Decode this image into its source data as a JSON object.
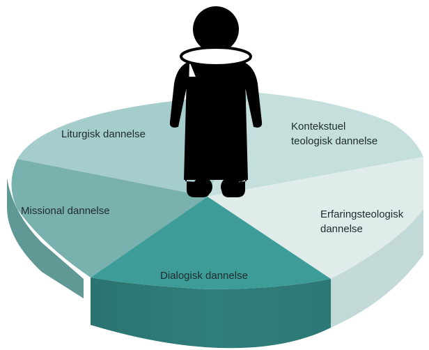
{
  "diagram": {
    "segments": [
      {
        "id": "liturgisk",
        "lines": [
          "Liturgisk dannelse"
        ],
        "top_color": "#a5cdcb",
        "side_color": "#86b4b2"
      },
      {
        "id": "kontekstuel",
        "lines": [
          "Kontekstuel",
          "teologisk dannelse"
        ],
        "top_color": "#c5dfdd",
        "side_color": "#a8c9c7"
      },
      {
        "id": "erfaring",
        "lines": [
          "Erfaringsteologisk",
          "dannelse"
        ],
        "top_color": "#dfecea",
        "side_color": "#c3d9d7"
      },
      {
        "id": "dialogisk",
        "lines": [
          "Dialogisk dannelse"
        ],
        "top_color": "#3d9c98",
        "side_color": "#2f7f7c"
      },
      {
        "id": "missional",
        "lines": [
          "Missional dannelse"
        ],
        "top_color": "#78b1ae",
        "side_color": "#5f9895"
      }
    ],
    "figure": {
      "body_color": "#000000",
      "collar_color": "#ffffff"
    }
  }
}
